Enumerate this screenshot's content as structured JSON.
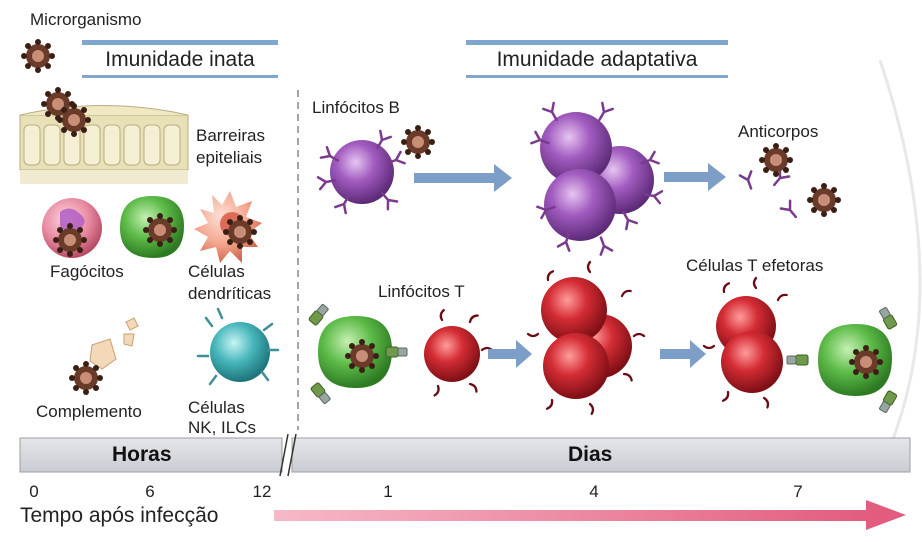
{
  "labels": {
    "microrganismo": "Microrganismo",
    "imunidade_inata": "Imunidade inata",
    "imunidade_adaptativa": "Imunidade adaptativa",
    "barreiras_1": "Barreiras",
    "barreiras_2": "epiteliais",
    "fagocitos": "Fagócitos",
    "celulas_dendriticas_1": "Células",
    "celulas_dendriticas_2": "dendríticas",
    "complemento": "Complemento",
    "celulas_nk_1": "Células",
    "celulas_nk_2": "NK, ILCs",
    "linfocitos_b": "Linfócitos B",
    "anticorpos": "Anticorpos",
    "linfocitos_t": "Linfócitos T",
    "celulas_t_efetoras": "Células T efetoras"
  },
  "timeline": {
    "horas": "Horas",
    "dias": "Dias",
    "ticks": [
      "0",
      "6",
      "12",
      "1",
      "4",
      "7"
    ],
    "axis_label": "Tempo após infecção"
  },
  "colors": {
    "box_border": "#7fa6cf",
    "arrow": "#6f90b8",
    "time_arrow": "#e07a93",
    "b_cell": "#8a4aa3",
    "t_cell": "#c0202a",
    "phagocyte": "#4fae3f",
    "nk_cell": "#3fb0b5",
    "dendritic": "#ef8b75"
  }
}
